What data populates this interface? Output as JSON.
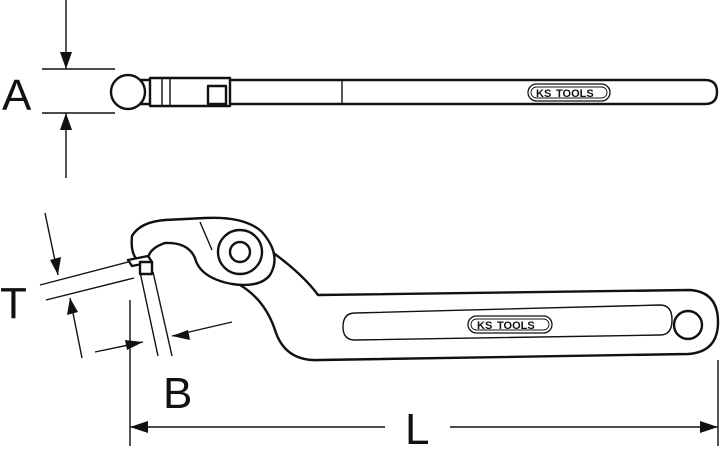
{
  "dimensions": {
    "A": "A",
    "T": "T",
    "B": "B",
    "L": "L"
  },
  "branding": {
    "logo_text_1": "KS",
    "logo_text_2": "TOOLS"
  },
  "colors": {
    "line": "#111111",
    "background": "#ffffff"
  }
}
